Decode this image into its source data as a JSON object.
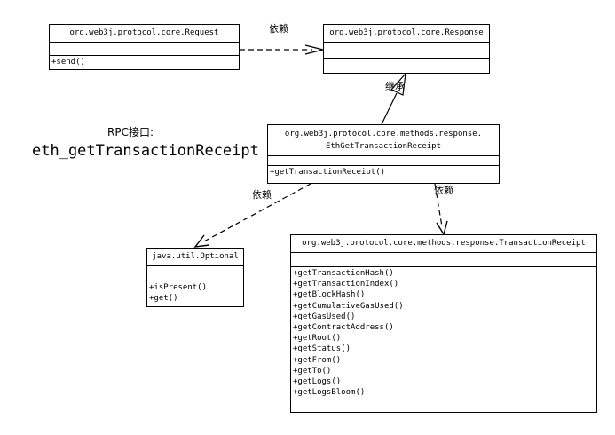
{
  "classes": {
    "request": {
      "name": "org.web3j.protocol.core.Request",
      "ops": [
        "+send()"
      ]
    },
    "response": {
      "name": "org.web3j.protocol.core.Response",
      "ops": []
    },
    "eth_get_tx_receipt": {
      "name_line1": "org.web3j.protocol.core.methods.response.",
      "name_line2": "EthGetTransactionReceipt",
      "ops": [
        "+getTransactionReceipt()"
      ]
    },
    "optional": {
      "name": "java.util.Optional",
      "ops": [
        "+isPresent()",
        "+get()"
      ]
    },
    "transaction_receipt": {
      "name": "org.web3j.protocol.core.methods.response.TransactionReceipt",
      "ops": [
        "+getTransactionHash()",
        "+getTransactionIndex()",
        "+getBlockHash()",
        "+getCumulativeGasUsed()",
        "+getGasUsed()",
        "+getContractAddress()",
        "+getRoot()",
        "+getStatus()",
        "+getFrom()",
        "+getTo()",
        "+getLogs()",
        "+getLogsBloom()"
      ]
    }
  },
  "labels": {
    "dep_request_response": "依赖",
    "inherit": "继承",
    "dep_optional": "依赖",
    "dep_receipt": "依赖"
  },
  "rpc": {
    "title": "RPC接口:",
    "method": "eth_getTransactionReceipt"
  }
}
